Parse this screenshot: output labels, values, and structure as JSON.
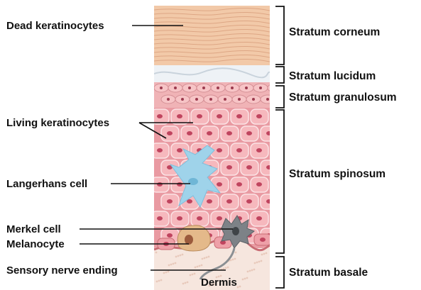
{
  "labels": {
    "dead_keratinocytes": "Dead keratinocytes",
    "living_keratinocytes": "Living keratinocytes",
    "langerhans_cell": "Langerhans cell",
    "merkel_cell": "Merkel cell",
    "melanocyte": "Melanocyte",
    "sensory_nerve_ending": "Sensory nerve ending",
    "dermis": "Dermis"
  },
  "strata": {
    "corneum": "Stratum corneum",
    "lucidum": "Stratum lucidum",
    "granulosum": "Stratum granulosum",
    "spinosum": "Stratum spinosum",
    "basale": "Stratum basale"
  },
  "colors": {
    "corneum": "#f2c9a8",
    "lucidum": "#eef2f6",
    "granulosum": "#f0b3b6",
    "spinosum_cell": "#f6b8bd",
    "langerhans": "#9fd3ea",
    "melanocyte": "#e4b98a",
    "merkel": "#7d8287",
    "dermis": "#f6e6de",
    "nucleus": "#c0455f"
  }
}
